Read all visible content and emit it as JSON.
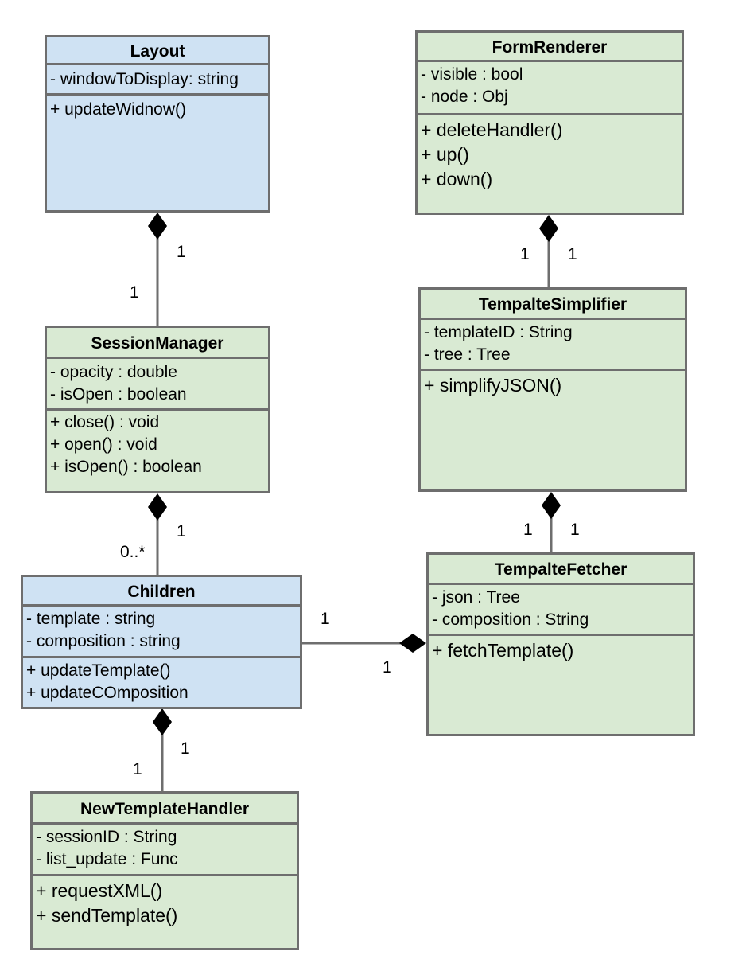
{
  "colors": {
    "green_fill": "#d9ead3",
    "blue_fill": "#cfe2f3",
    "border": "#6e6e6e",
    "connector": "#6e6e6e",
    "diamond": "#000000"
  },
  "classes": {
    "layout": {
      "name": "Layout",
      "attributes": [
        "- windowToDisplay: string"
      ],
      "methods": [
        "+ updateWidnow()"
      ]
    },
    "form_renderer": {
      "name": "FormRenderer",
      "attributes": [
        "- visible : bool",
        "- node : Obj"
      ],
      "methods": [
        "+ deleteHandler()",
        "+ up()",
        "+ down()"
      ]
    },
    "session_manager": {
      "name": "SessionManager",
      "attributes": [
        "- opacity : double",
        "- isOpen : boolean"
      ],
      "methods": [
        "+ close() : void",
        "+ open() : void",
        "+ isOpen() : boolean"
      ]
    },
    "tempalte_simplifier": {
      "name": "TempalteSimplifier",
      "attributes": [
        "- templateID : String",
        "- tree : Tree"
      ],
      "methods": [
        "+ simplifyJSON()"
      ]
    },
    "children": {
      "name": "Children",
      "attributes": [
        "- template : string",
        "- composition : string"
      ],
      "methods": [
        "+ updateTemplate()",
        "+ updateCOmposition"
      ]
    },
    "tempalte_fetcher": {
      "name": "TempalteFetcher",
      "attributes": [
        "- json : Tree",
        "- composition : String"
      ],
      "methods": [
        "+ fetchTemplate()"
      ]
    },
    "new_template_handler": {
      "name": "NewTemplateHandler",
      "attributes": [
        "- sessionID : String",
        "- list_update : Func"
      ],
      "methods": [
        "+ requestXML()",
        "+ sendTemplate()"
      ]
    }
  },
  "relationships": [
    {
      "type": "composition",
      "whole": "Layout",
      "part": "SessionManager",
      "whole_multiplicity": "1",
      "part_multiplicity": "1"
    },
    {
      "type": "composition",
      "whole": "FormRenderer",
      "part": "TempalteSimplifier",
      "whole_multiplicity": "1",
      "part_multiplicity": "1"
    },
    {
      "type": "composition",
      "whole": "SessionManager",
      "part": "Children",
      "whole_multiplicity": "1",
      "part_multiplicity": "0..*"
    },
    {
      "type": "composition",
      "whole": "TempalteSimplifier",
      "part": "TempalteFetcher",
      "whole_multiplicity": "1",
      "part_multiplicity": "1"
    },
    {
      "type": "composition",
      "whole": "TempalteFetcher",
      "part": "Children",
      "whole_multiplicity": "1",
      "part_multiplicity": "1"
    },
    {
      "type": "composition",
      "whole": "Children",
      "part": "NewTemplateHandler",
      "whole_multiplicity": "1",
      "part_multiplicity": "1"
    }
  ]
}
